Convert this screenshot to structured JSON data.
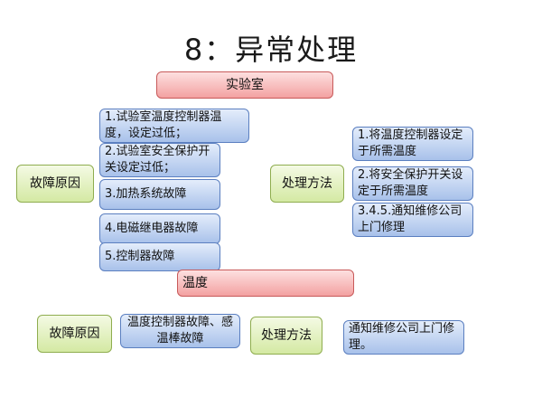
{
  "title": "8：异常处理",
  "section1": {
    "header": "实验室",
    "fault_label": "故障原因",
    "faults": [
      "1.试验室温度控制器温度，设定过低；",
      "2.试验室安全保护开关设定过低；",
      "3.加热系统故障",
      "4.电磁继电器故障",
      "5.控制器故障"
    ],
    "method_label": "处理方法",
    "methods": [
      "1.将温度控制器设定于所需温度",
      "2.将安全保护开关设定于所需温度",
      "3.4.5.通知维修公司上门修理"
    ]
  },
  "section2": {
    "header": "温度",
    "fault_label": "故障原因",
    "fault": "温度控制器故障、感温棒故障",
    "method_label": "处理方法",
    "method": "通知维修公司上门修理。"
  },
  "colors": {
    "blue": "#a8c1ea",
    "pink": "#f3a1a1",
    "green": "#d4e9a3"
  }
}
